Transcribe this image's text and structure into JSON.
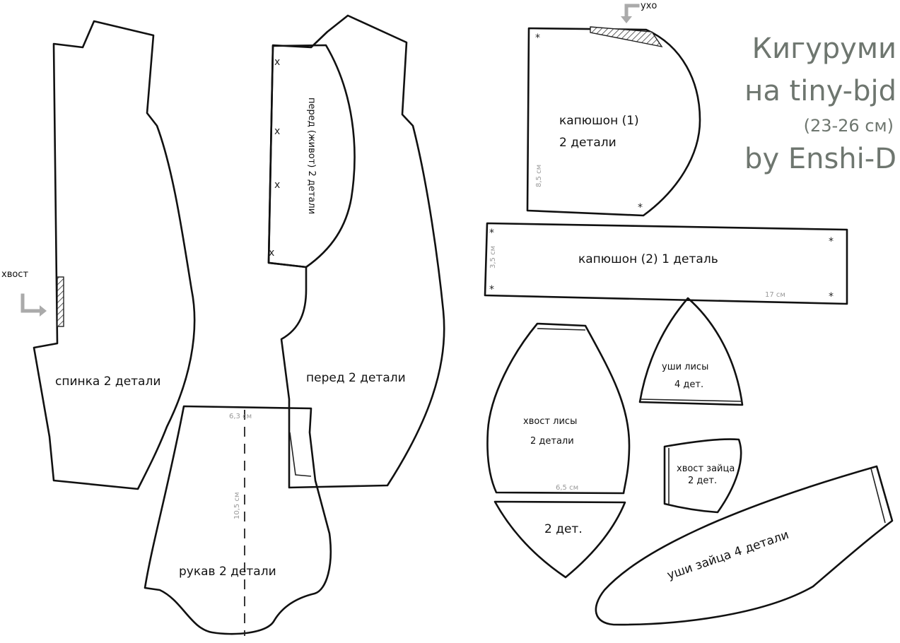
{
  "title": {
    "line1": "Кигуруми",
    "line2": "на tiny-bjd",
    "line3": "(23-26 см)",
    "line4": "by Enshi-D"
  },
  "pieces": {
    "back": {
      "label": "спинка 2 детали"
    },
    "front": {
      "label": "перед 2 детали"
    },
    "belly": {
      "label": "перед (живот) 2 детали"
    },
    "sleeve": {
      "label": "рукав 2 детали",
      "width": "6,3 см",
      "length": "10,5 см"
    },
    "hood1": {
      "label_line1": "капюшон (1)",
      "label_line2": "2 детали",
      "height": "8,5 см"
    },
    "hood2": {
      "label": "капюшон (2) 1 деталь",
      "height": "3,5 см",
      "width": "17 см"
    },
    "fox_tail": {
      "label_line1": "хвост лисы",
      "label_line2": "2 детали",
      "width": "6,5 см"
    },
    "fox_tail_tip": {
      "label": "2 дет."
    },
    "fox_ears": {
      "label_line1": "уши лисы",
      "label_line2": "4 дет."
    },
    "rabbit_tail": {
      "label_line1": "хвост зайца",
      "label_line2": "2 дет."
    },
    "rabbit_ears": {
      "label": "уши зайца 4 детали"
    }
  },
  "markers": {
    "tail": "хвост",
    "ear": "ухо",
    "cross": "x",
    "star": "*"
  },
  "colors": {
    "outline": "#111111",
    "title": "#6e766f",
    "arrow": "#aaaaaa",
    "measure": "#999999"
  }
}
